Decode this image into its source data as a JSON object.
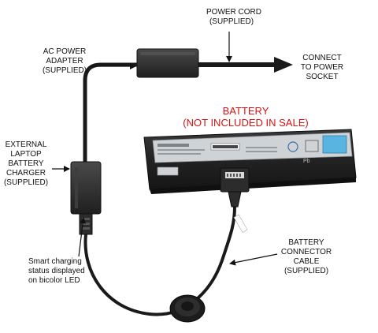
{
  "colors": {
    "background": "#ffffff",
    "cable": "#1a1a1a",
    "device_body": "#2b2b2b",
    "battery_body": "#262626",
    "battery_label": "#cfd3d6",
    "highlight_text": "#d41414"
  },
  "labels": {
    "power_cord": [
      "POWER CORD",
      "(SUPPLIED)"
    ],
    "ac_adapter": [
      "AC POWER",
      "ADAPTER",
      "(SUPPLIED)"
    ],
    "connect": [
      "CONNECT",
      "TO POWER",
      "SOCKET"
    ],
    "battery": [
      "BATTERY",
      "(NOT INCLUDED IN SALE)"
    ],
    "external_charger": [
      "EXTERNAL",
      "LAPTOP",
      "BATTERY",
      "CHARGER",
      "(SUPPLIED)"
    ],
    "smart_charging": [
      "Smart charging",
      "status displayed",
      "on bicolor LED"
    ],
    "connector_cable": [
      "BATTERY",
      "CONNECTOR",
      "CABLE",
      "(SUPPLIED)"
    ]
  }
}
